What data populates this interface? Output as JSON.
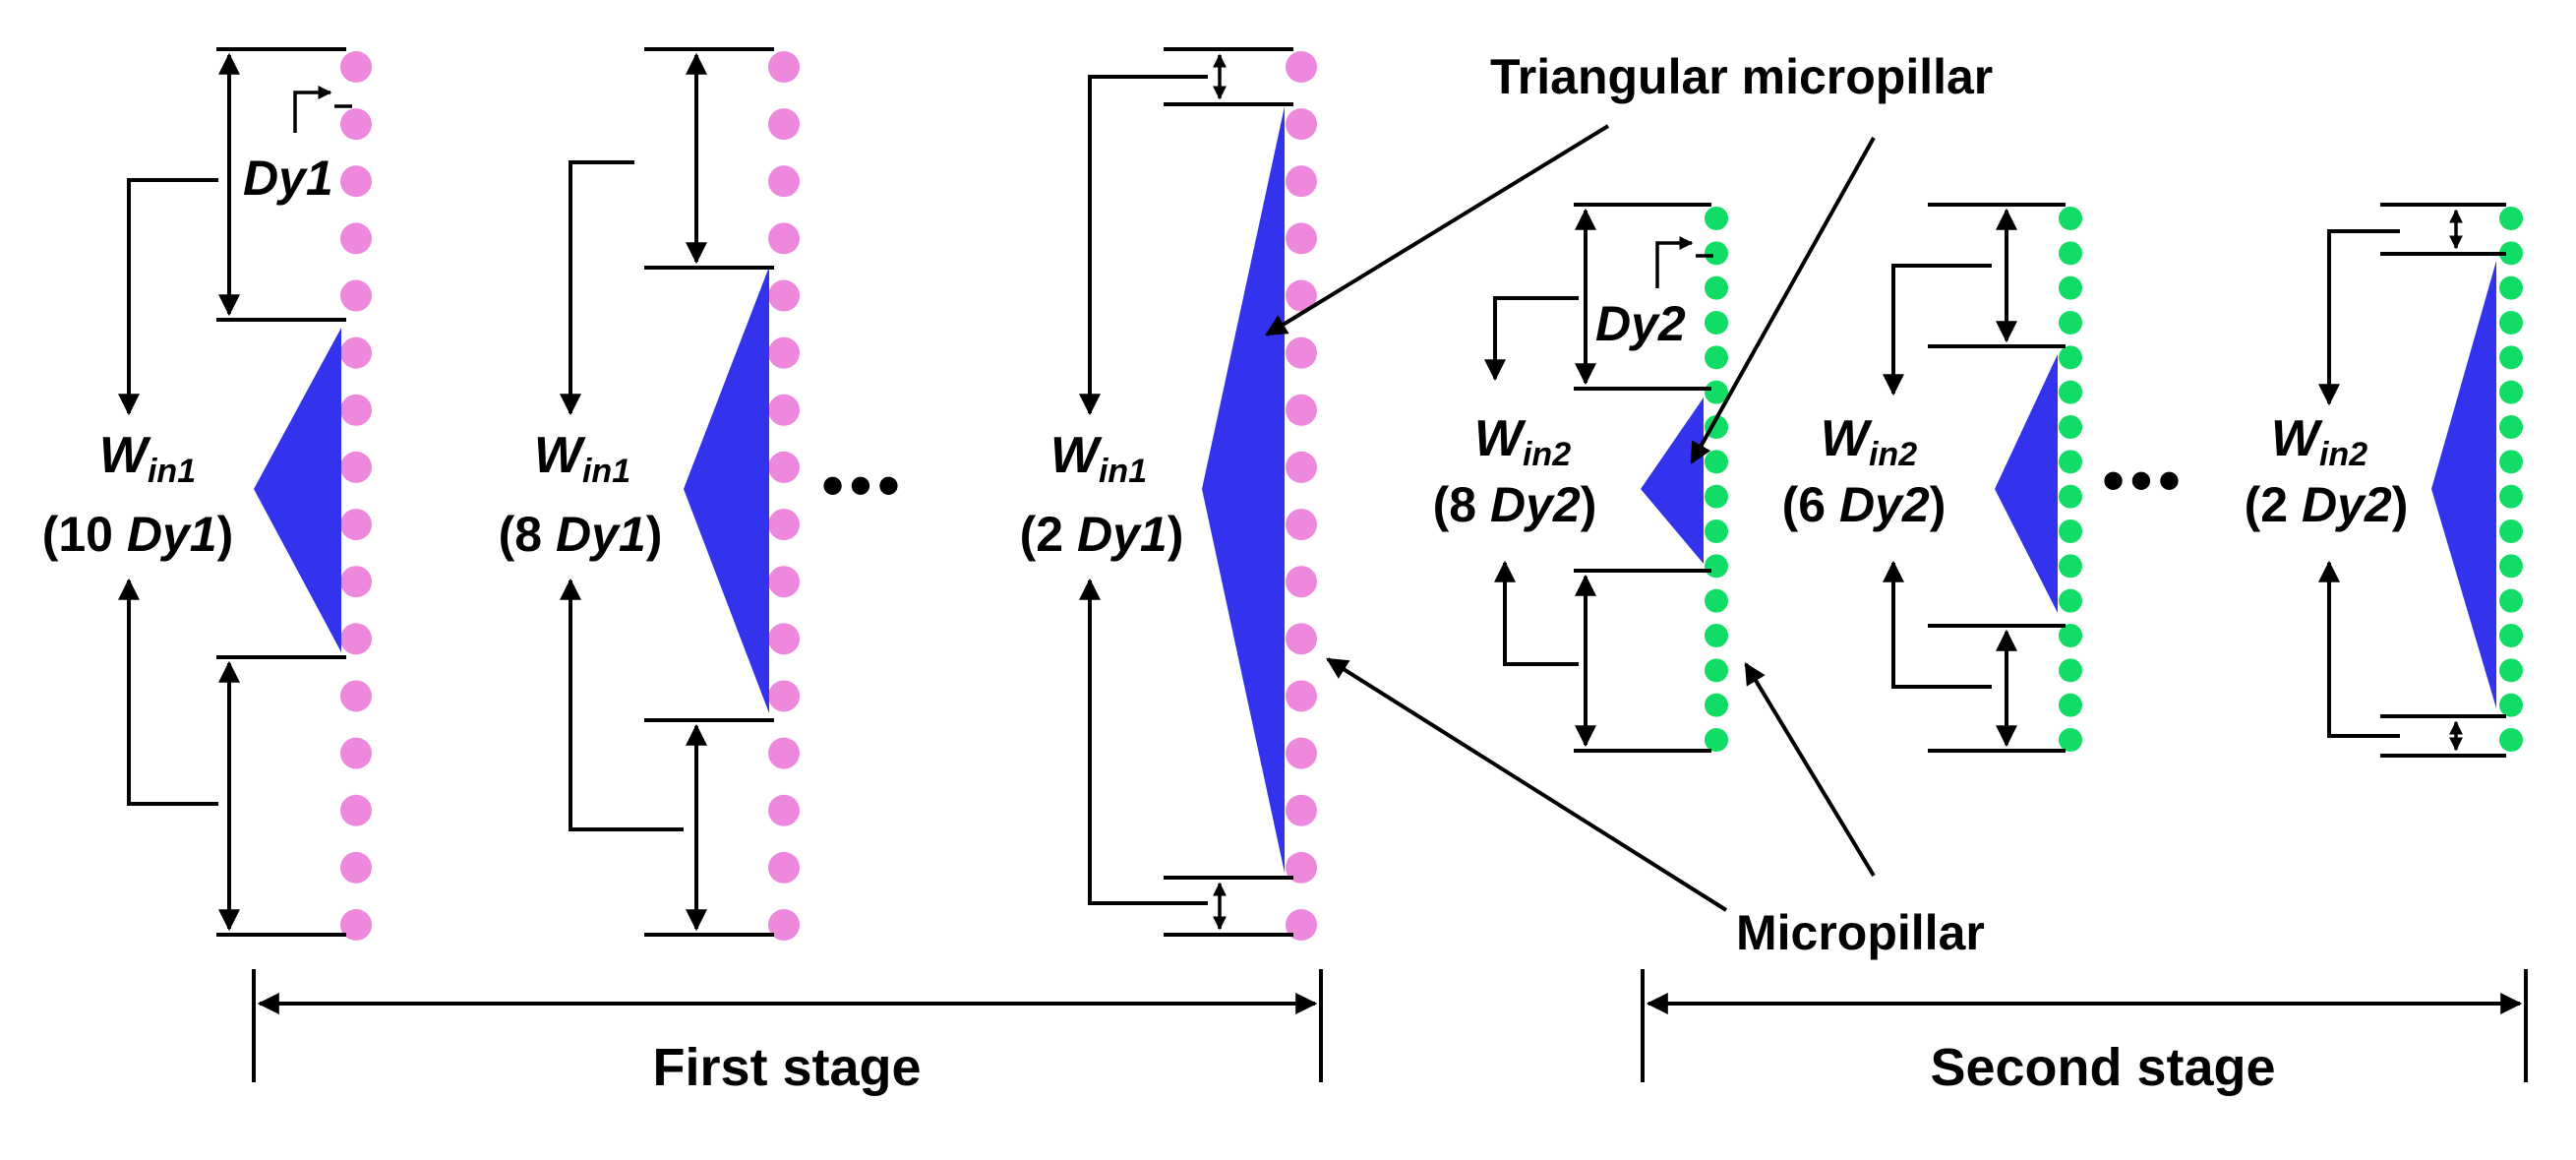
{
  "labels": {
    "triangular_micropillar": "Triangular micropillar",
    "micropillar": "Micropillar",
    "first_stage": "First stage",
    "second_stage": "Second stage",
    "dy1": "Dy1",
    "dy2": "Dy2",
    "ellipsis": "•••"
  },
  "stage1_units": [
    {
      "w": "W",
      "sub": "in1",
      "paren_open": "(",
      "count": "10",
      "dy": "Dy1",
      "paren_close": ")"
    },
    {
      "w": "W",
      "sub": "in1",
      "paren_open": "(",
      "count": "8",
      "dy": "Dy1",
      "paren_close": ")"
    },
    {
      "w": "W",
      "sub": "in1",
      "paren_open": "(",
      "count": "2",
      "dy": "Dy1",
      "paren_close": ")"
    }
  ],
  "stage2_units": [
    {
      "w": "W",
      "sub": "in2",
      "paren_open": "(",
      "count": "8",
      "dy": "Dy2",
      "paren_close": ")"
    },
    {
      "w": "W",
      "sub": "in2",
      "paren_open": "(",
      "count": "6",
      "dy": "Dy2",
      "paren_close": ")"
    },
    {
      "w": "W",
      "sub": "in2",
      "paren_open": "(",
      "count": "2",
      "dy": "Dy2",
      "paren_close": ")"
    }
  ],
  "colors": {
    "triangle": "#3333ee",
    "stage1_pillar": "#ee88dd",
    "stage2_pillar": "#11dd66",
    "line": "#000000"
  }
}
